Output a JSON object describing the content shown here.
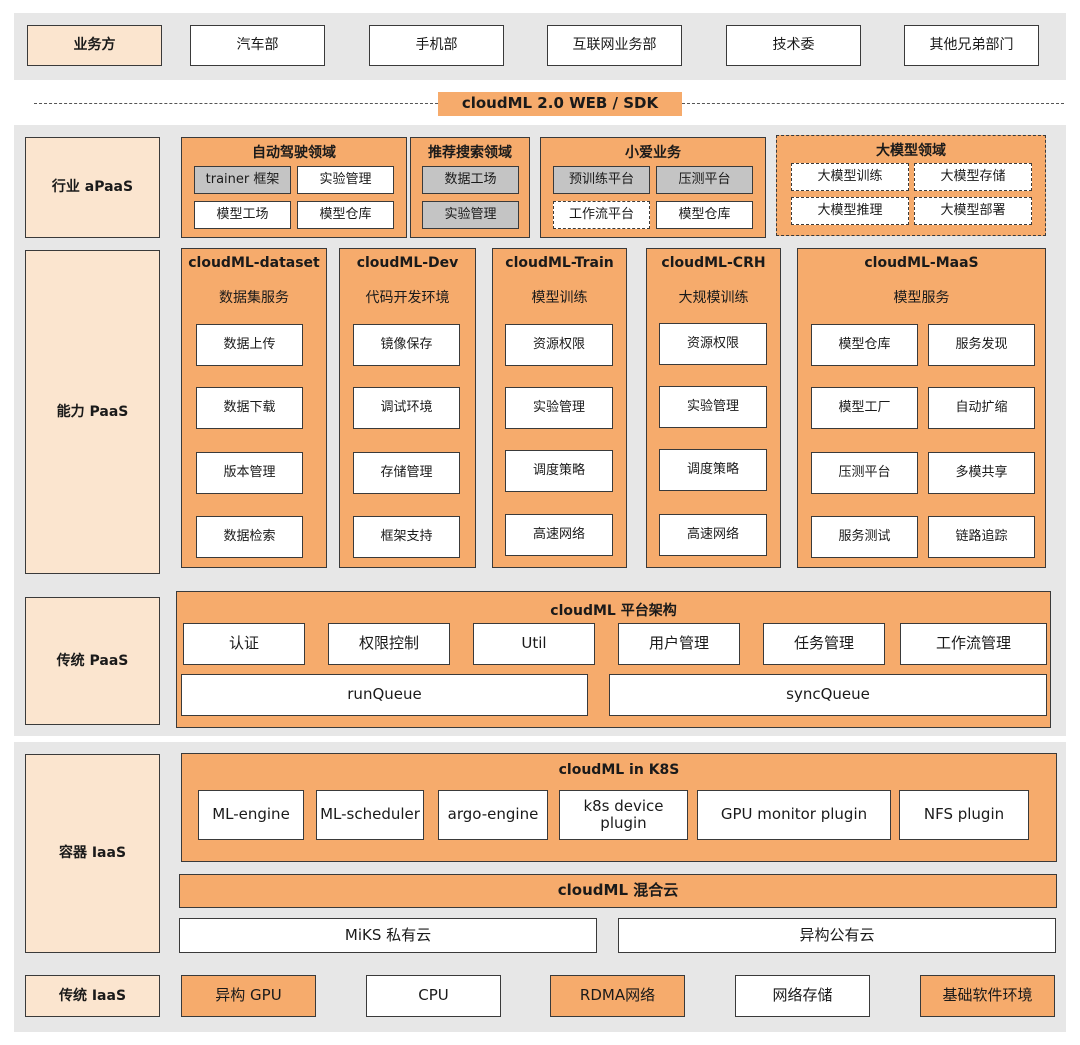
{
  "business": {
    "label": "业务方",
    "items": [
      "汽车部",
      "手机部",
      "互联网业务部",
      "技术委",
      "其他兄弟部门"
    ]
  },
  "sdk_label": "cloudML 2.0 WEB / SDK",
  "apaas": {
    "label": "行业 aPaaS",
    "auto": {
      "title": "自动驾驶领域",
      "items": [
        "trainer 框架",
        "实验管理",
        "模型工场",
        "模型仓库"
      ]
    },
    "rec": {
      "title": "推荐搜索领域",
      "items": [
        "数据工场",
        "实验管理"
      ]
    },
    "xiaoai": {
      "title": "小爱业务",
      "items": [
        "预训练平台",
        "压测平台",
        "工作流平台",
        "模型仓库"
      ]
    },
    "llm": {
      "title": "大模型领域",
      "items": [
        "大模型训练",
        "大模型存储",
        "大模型推理",
        "大模型部署"
      ]
    }
  },
  "paas": {
    "label": "能力 PaaS",
    "dataset": {
      "title": "cloudML-dataset",
      "subtitle": "数据集服务",
      "items": [
        "数据上传",
        "数据下载",
        "版本管理",
        "数据检索"
      ]
    },
    "dev": {
      "title": "cloudML-Dev",
      "subtitle": "代码开发环境",
      "items": [
        "镜像保存",
        "调试环境",
        "存储管理",
        "框架支持"
      ]
    },
    "train": {
      "title": "cloudML-Train",
      "subtitle": "模型训练",
      "items": [
        "资源权限",
        "实验管理",
        "调度策略",
        "高速网络"
      ]
    },
    "crh": {
      "title": "cloudML-CRH",
      "subtitle": "大规模训练",
      "items": [
        "资源权限",
        "实验管理",
        "调度策略",
        "高速网络"
      ]
    },
    "maas": {
      "title": "cloudML-MaaS",
      "subtitle": "模型服务",
      "items": [
        "模型仓库",
        "服务发现",
        "模型工厂",
        "自动扩缩",
        "压测平台",
        "多模共享",
        "服务测试",
        "链路追踪"
      ]
    }
  },
  "trad_paas": {
    "label": "传统 PaaS",
    "title": "cloudML 平台架构",
    "items": [
      "认证",
      "权限控制",
      "Util",
      "用户管理",
      "任务管理",
      "工作流管理"
    ],
    "queues": [
      "runQueue",
      "syncQueue"
    ]
  },
  "container_iaas": {
    "label": "容器 IaaS",
    "k8s_title": "cloudML in K8S",
    "k8s_items": [
      "ML-engine",
      "ML-scheduler",
      "argo-engine",
      "k8s device plugin",
      "GPU monitor plugin",
      "NFS plugin"
    ],
    "hybrid": "cloudML 混合云",
    "clouds": [
      "MiKS 私有云",
      "异构公有云"
    ]
  },
  "trad_iaas": {
    "label": "传统 IaaS",
    "items": [
      "异构 GPU",
      "CPU",
      "RDMA网络",
      "网络存储",
      "基础软件环境"
    ]
  },
  "colors": {
    "orange": "#f6ab6c",
    "peach": "#fbe5cf",
    "band": "#e7e7e7",
    "gray": "#c4c4c4"
  }
}
